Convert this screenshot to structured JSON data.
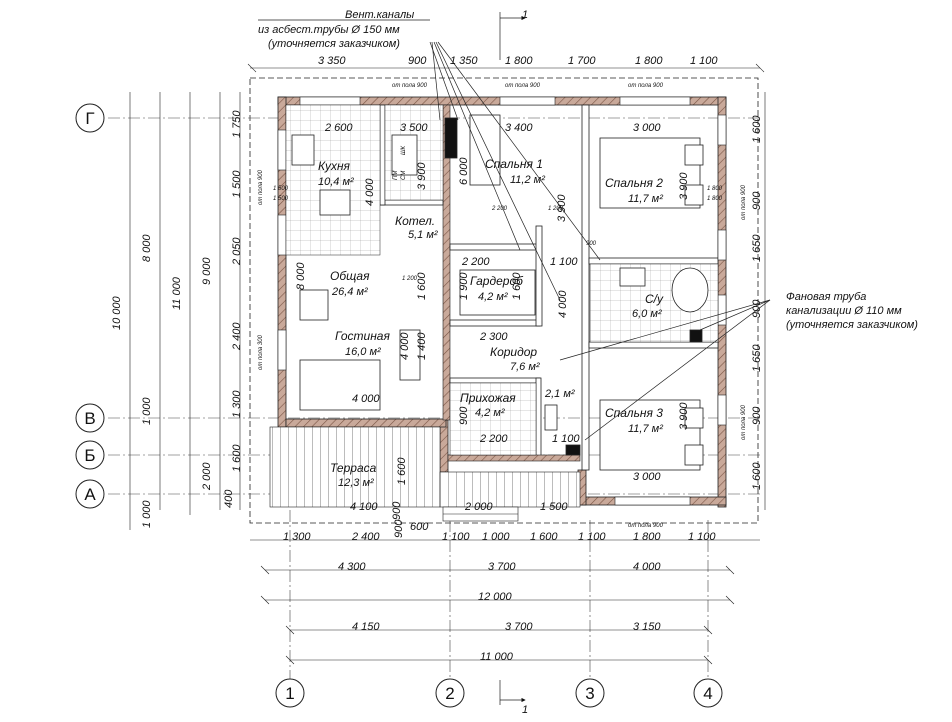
{
  "annotations": {
    "vent_line1": "Вент.каналы",
    "vent_line2": "из асбест.трубы Ø 150 мм",
    "vent_line3": "(уточняется заказчиком)",
    "pipe_line1": "Фановая труба",
    "pipe_line2": "канализации Ø 110 мм",
    "pipe_line3": "(уточняется заказчиком)",
    "section_mark": "1",
    "floor_note": "от пола 900",
    "floor_note_300": "от пола 300"
  },
  "axes": {
    "rows": [
      "Г",
      "В",
      "Б",
      "А"
    ],
    "cols": [
      "1",
      "2",
      "3",
      "4"
    ]
  },
  "rooms": [
    {
      "name": "Кухня",
      "area": "10,4 м²"
    },
    {
      "name": "Котел.",
      "area": "5,1 м²"
    },
    {
      "name": "Спальня 1",
      "area": "11,2 м²"
    },
    {
      "name": "Спальня 2",
      "area": "11,7 м²"
    },
    {
      "name": "Гардероб",
      "area": "4,2 м²"
    },
    {
      "name": "С/у",
      "area": "6,0 м²"
    },
    {
      "name": "Общая",
      "area": "26,4 м²"
    },
    {
      "name": "Гостиная",
      "area": "16,0 м²"
    },
    {
      "name": "Коридор",
      "area": "7,6 м²"
    },
    {
      "name": "Прихожая",
      "area": "4,2 м²"
    },
    {
      "name": "",
      "area": "2,1 м²"
    },
    {
      "name": "Спальня 3",
      "area": "11,7 м²"
    },
    {
      "name": "Терраса",
      "area": "12,3 м²"
    }
  ],
  "dims": {
    "top": [
      "3 350",
      "900",
      "1 350",
      "1 800",
      "1 700",
      "1 800",
      "1 100"
    ],
    "bottom_row1": [
      "1 300",
      "2 400",
      "900",
      "600",
      "1 100",
      "1 000",
      "1 600",
      "1 100",
      "1 800",
      "1 100"
    ],
    "bottom_row2": [
      "4 300",
      "3 700",
      "4 000"
    ],
    "bottom_total1": "12 000",
    "bottom_row3": [
      "4 150",
      "3 700",
      "3 150"
    ],
    "bottom_total2": "11 000",
    "left_inner": [
      "1 750",
      "1 500",
      "2 050",
      "2 400",
      "1 300",
      "1 600",
      "400"
    ],
    "left_mid": [
      "8 000",
      "1 000",
      "2 000"
    ],
    "left_outer": [
      "10 000",
      "1 000"
    ],
    "left_outer2": [
      "11 000"
    ],
    "left_big": [
      "9 000"
    ],
    "right": [
      "1 600",
      "900",
      "1 650",
      "900",
      "1 650",
      "900",
      "1 600"
    ],
    "interior": [
      "2 600",
      "3 500",
      "3 400",
      "3 000",
      "4 000",
      "3 900",
      "6 000",
      "1 200",
      "2 200",
      "2 200",
      "1 100",
      "1 900",
      "1 600",
      "8 000",
      "3 900",
      "4 000",
      "2 300",
      "4 000",
      "1 400",
      "1 600",
      "4 000",
      "2 200",
      "1 100",
      "900",
      "3 000",
      "3 900",
      "3 900",
      "4 100",
      "2 000",
      "1 500",
      "1 600",
      "1 200",
      "900",
      "1 500",
      "1 500",
      "1 800",
      "1 800",
      "900"
    ]
  },
  "labels": {
    "pm": "ПМ",
    "sm": "СМ",
    "shk": "ШК"
  }
}
